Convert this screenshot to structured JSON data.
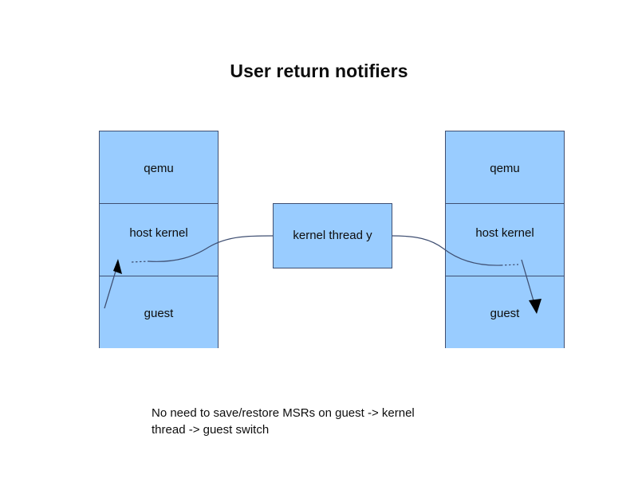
{
  "slide": {
    "title": "User return notifiers",
    "background_color": "#ffffff",
    "box_fill_color": "#99ccff",
    "box_border_color": "#3f4f72",
    "line_color": "#3f4f72"
  },
  "left_stack": {
    "name": "left guest stack",
    "rows": [
      {
        "label": "qemu"
      },
      {
        "label": "host kernel"
      },
      {
        "label": "guest"
      }
    ]
  },
  "middle_box": {
    "label": "kernel thread y"
  },
  "right_stack": {
    "name": "right guest stack",
    "rows": [
      {
        "label": "qemu"
      },
      {
        "label": "host kernel"
      },
      {
        "label": "guest"
      }
    ]
  },
  "caption": {
    "line1": "No need to save/restore MSRs on guest -> kernel",
    "line2": "thread -> guest switch"
  }
}
